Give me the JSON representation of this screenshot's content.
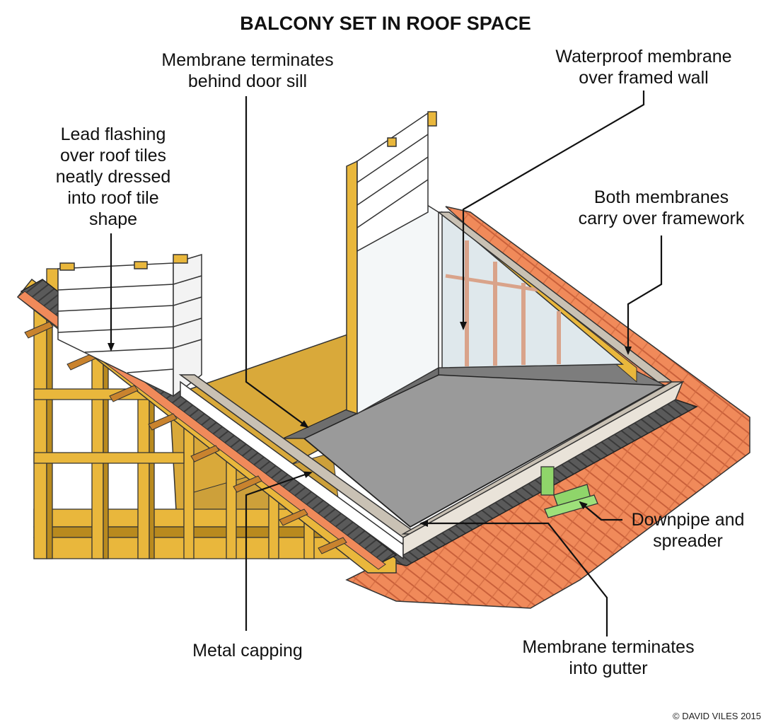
{
  "title": "BALCONY SET IN ROOF SPACE",
  "labels": {
    "membrane_door_sill": [
      "Membrane terminates",
      "behind door sill"
    ],
    "waterproof_membrane": [
      "Waterproof membrane",
      "over framed wall"
    ],
    "lead_flashing": [
      "Lead flashing",
      "over roof tiles",
      "neatly dressed",
      "into roof tile",
      "shape"
    ],
    "both_membranes": [
      "Both membranes",
      "carry over framework"
    ],
    "downpipe": [
      "Downpipe and",
      "spreader"
    ],
    "metal_capping": [
      "Metal capping"
    ],
    "membrane_gutter": [
      "Membrane terminates",
      "into gutter"
    ]
  },
  "credit": "© DAVID VILES 2015",
  "colors": {
    "timber": "#e9b73c",
    "timber_dark": "#b98a1e",
    "floor": "#d9a93a",
    "tile": "#f08a5a",
    "tile_dark": "#c9603a",
    "membrane": "#9a9a9a",
    "flashing": "#5a5a5a",
    "capping": "#c9c1b4",
    "cladding": "#ffffff",
    "glass": "#dfe8ec",
    "downpipe": "#8fd56a"
  }
}
